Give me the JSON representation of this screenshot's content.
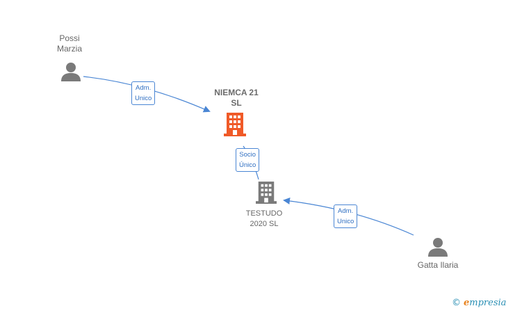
{
  "nodes": {
    "possi": {
      "label": "Possi\nMarzia",
      "type": "person"
    },
    "niemca": {
      "label": "NIEMCA 21\nSL",
      "type": "company-main"
    },
    "testudo": {
      "label": "TESTUDO\n2020  SL",
      "type": "company"
    },
    "gatta": {
      "label": "Gatta Ilaria",
      "type": "person"
    }
  },
  "edges": {
    "possi_niemca": {
      "label": "Adm.\nUnico"
    },
    "testudo_niemca": {
      "label": "Socio\nÚnico"
    },
    "gatta_testudo": {
      "label": "Adm.\nUnico"
    }
  },
  "colors": {
    "edge": "#4a86d4",
    "main_company": "#f05a28",
    "company": "#7a7a7a",
    "person": "#7a7a7a"
  },
  "brand": {
    "copyright": "©",
    "initial": "e",
    "rest": "mpresia"
  }
}
